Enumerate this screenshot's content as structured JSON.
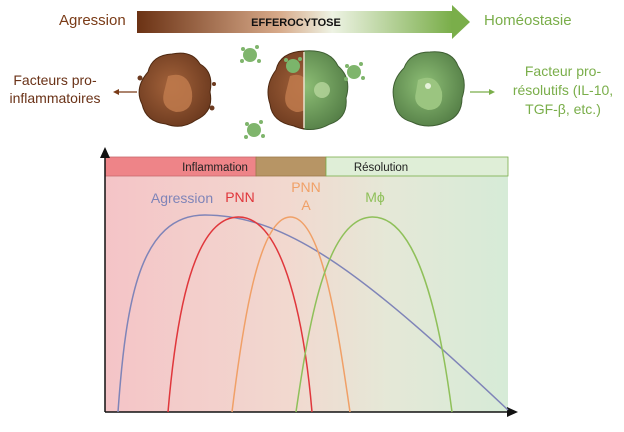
{
  "top": {
    "left_label": "Agression",
    "arrow_label": "EFFEROCYTOSE",
    "right_label": "Homéostasie",
    "pro_inflammatory": [
      "Facteurs pro-",
      "inflammatoires"
    ],
    "pro_resolving": [
      "Facteur pro-",
      "résolutifs (IL-10,",
      "TGF-β, etc.)"
    ]
  },
  "phases": [
    {
      "label": "Inflammation"
    },
    {
      "label": ""
    },
    {
      "label": "Résolution"
    }
  ],
  "curves": [
    {
      "label": "Agression",
      "color": "#7f84b8"
    },
    {
      "label": "PNN",
      "color": "#e0373c"
    },
    {
      "label": "PNN",
      "label2": "A",
      "color": "#f0a067"
    },
    {
      "label": "Mϕ",
      "color": "#8fc05a"
    }
  ],
  "colors": {
    "brown": "#7a3b17",
    "green": "#7aae4a",
    "inflammation_bar": "#ee8488",
    "transition_bar": "#b79565",
    "resolution_bar": "#dfeed7"
  },
  "icons": [
    "damaged-cell-icon",
    "efferocytosis-cell-icon",
    "healthy-cell-icon",
    "debris-icon"
  ]
}
